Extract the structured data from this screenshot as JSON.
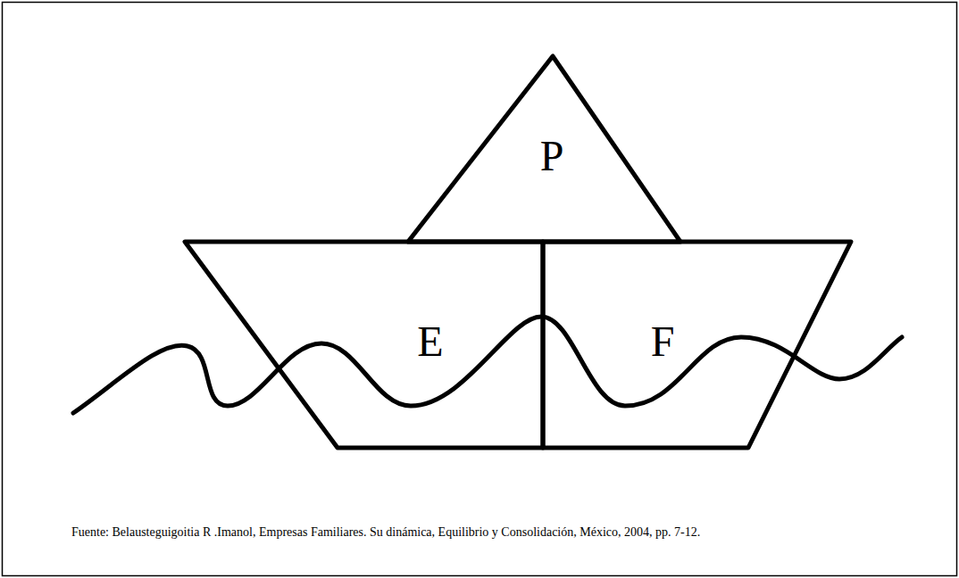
{
  "diagram": {
    "caption": "Fuente: Belausteguigoitia R .Imanol, Empresas Familiares. Su dinámica, Equilibrio y Consolidación, México, 2004, pp. 7-12.",
    "nodes": [
      {
        "text": [
          "P"
        ]
      },
      {
        "text": [
          "E"
        ]
      },
      {
        "text": [
          "F"
        ]
      }
    ],
    "edges": []
  }
}
